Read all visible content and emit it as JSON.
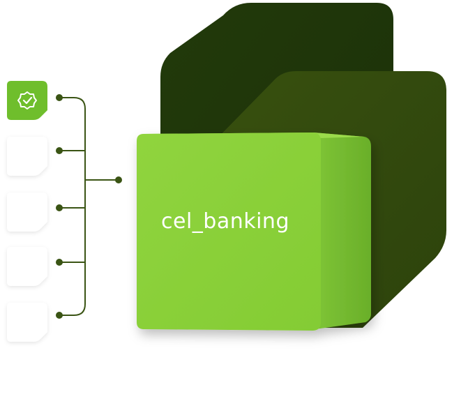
{
  "illustration": {
    "cube_label": "cel_banking",
    "status_tiles": [
      {
        "state": "checked",
        "icon": "verified-badge-icon"
      },
      {
        "state": "empty"
      },
      {
        "state": "empty"
      },
      {
        "state": "empty"
      },
      {
        "state": "empty"
      }
    ],
    "colors": {
      "cube_green": "#8ed23c",
      "dark_green_back": "#20370a",
      "dark_green_front": "#33480e",
      "connector_line": "#3a5414",
      "active_tile": "#6fbe2c"
    }
  }
}
